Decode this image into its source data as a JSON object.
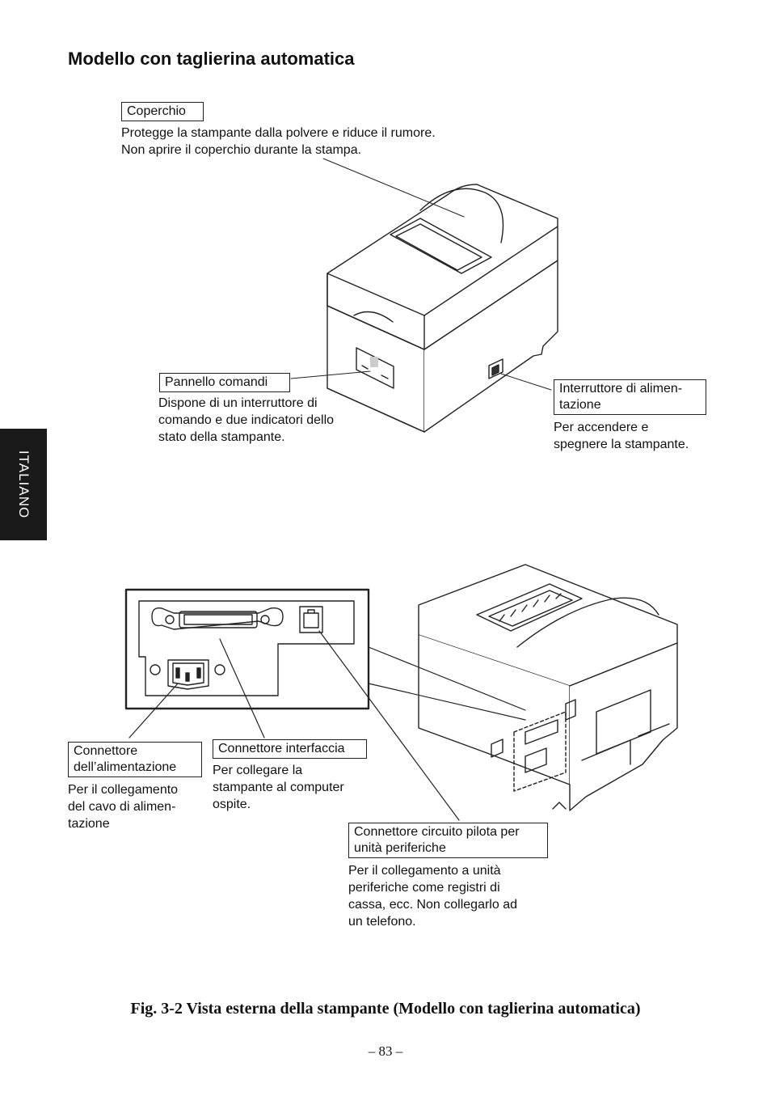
{
  "title": "Modello con taglierina automatica",
  "side_tab": "ITALIANO",
  "callouts": {
    "coperchio": {
      "label": "Coperchio",
      "desc": [
        "Protegge la stampante dalla polvere e riduce il rumore.",
        "Non aprire il coperchio durante la stampa."
      ]
    },
    "pannello": {
      "label": "Pannello comandi",
      "desc": [
        "Dispone di un interruttore di",
        "comando e due indicatori dello",
        "stato della stampante."
      ]
    },
    "interruttore": {
      "label": [
        "Interruttore di alimen-",
        "tazione"
      ],
      "desc": [
        "Per accendere e",
        "spegnere la stampante."
      ]
    },
    "alimentazione": {
      "label": [
        "Connettore",
        "dell’alimentazione"
      ],
      "desc": [
        "Per il collegamento",
        "del cavo di alimen-",
        "tazione"
      ]
    },
    "interfaccia": {
      "label": "Connettore interfaccia",
      "desc": [
        "Per collegare la",
        "stampante al computer",
        "ospite."
      ]
    },
    "periferiche": {
      "label": [
        "Connettore circuito pilota per",
        "unità periferiche"
      ],
      "desc": [
        "Per il collegamento a unità",
        "periferiche come registri di",
        "cassa, ecc. Non collegarlo ad",
        "un telefono."
      ]
    }
  },
  "caption": "Fig. 3-2 Vista esterna della stampante (Modello con taglierina automatica)",
  "page_number": "– 83 –"
}
